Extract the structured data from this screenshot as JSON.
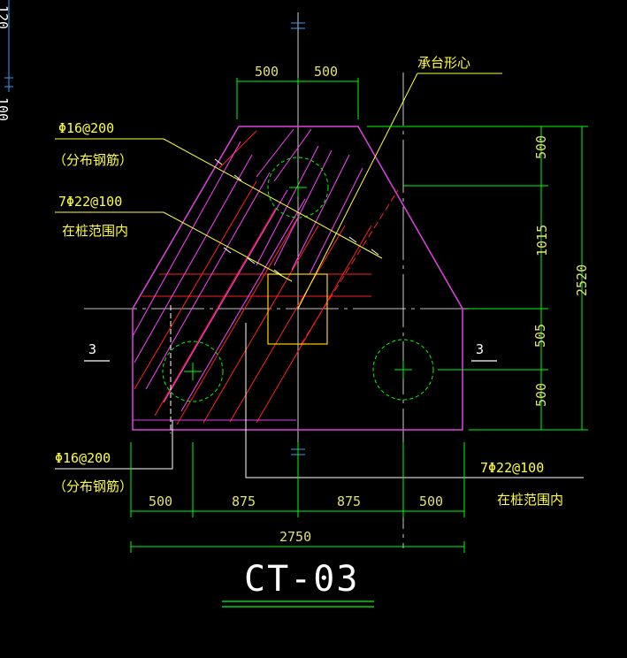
{
  "colors": {
    "background": "#000000",
    "outline": "#e040e0",
    "dimension": "#00ff00",
    "dimension_text": "#e0e070",
    "rebar_red": "#ff2020",
    "rebar_magenta": "#ff40ff",
    "pile": "#00ff00",
    "centroid_box": "#ffd000",
    "leader": "#ffff40",
    "axis": "#ffffff",
    "axis_tick": "#30a0ff",
    "title": "#ffffff",
    "title_underline": "#00ff00"
  },
  "labels": {
    "centroid": "承台形心",
    "section_left": "3",
    "section_right": "3",
    "title": "CT-03",
    "rebar_top_spec": "Φ16@200",
    "rebar_top_note": "（分布钢筋）",
    "rebar_mid_spec": "7Φ22@100",
    "rebar_mid_note": "在桩范围内",
    "rebar_left_spec": "Φ16@200",
    "rebar_left_note": "（分布钢筋）",
    "rebar_right_spec": "7Φ22@100",
    "rebar_right_note": "在桩范围内"
  },
  "dimensions": {
    "top": [
      "500",
      "500"
    ],
    "bottom": [
      "500",
      "875",
      "875",
      "500"
    ],
    "total_width": "2750",
    "right": [
      "500",
      "1015",
      "505",
      "500"
    ],
    "total_height": "2520"
  },
  "corner_marks": [
    "120",
    "100"
  ]
}
